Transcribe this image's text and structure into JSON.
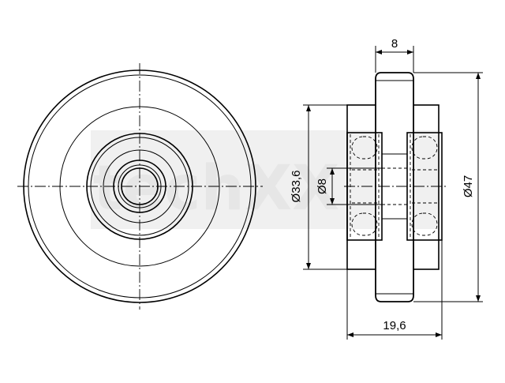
{
  "watermark": {
    "text": "techXX",
    "color": "#e6e6e6"
  },
  "dimensions": {
    "width_8": "8",
    "width_19_6": "19,6",
    "dia_33_6": "Ø33,6",
    "dia_8": "Ø8",
    "dia_47": "Ø47"
  }
}
